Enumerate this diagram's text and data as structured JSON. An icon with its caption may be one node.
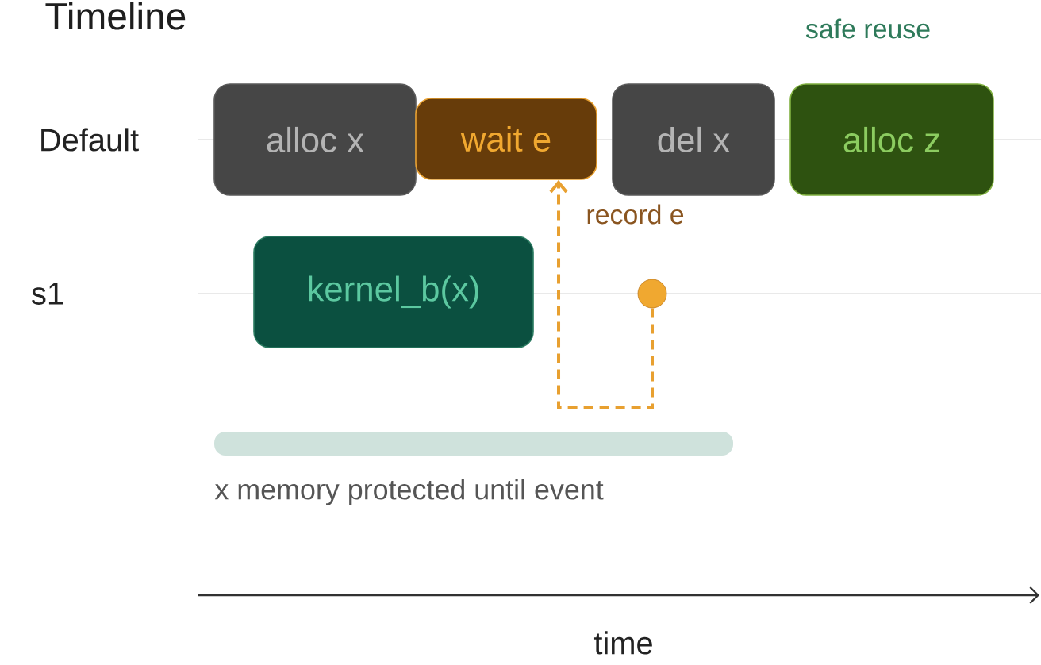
{
  "diagram": {
    "title": "Timeline",
    "nodes": [
      {
        "text": [
          "alloc x"
        ]
      },
      {
        "text": [
          "wait e"
        ]
      },
      {
        "text": [
          "del x"
        ]
      },
      {
        "text": [
          "alloc z"
        ]
      },
      {
        "text": [
          "kernel_b(x)"
        ]
      },
      {
        "text": [],
        "shape": "circle"
      },
      {
        "text": [],
        "shape": "bar",
        "beside": [
          "x memory protected until event"
        ]
      }
    ],
    "edges": [
      {
        "from": 5,
        "to": 1,
        "arrow": "to",
        "label": "record e",
        "style": "dashed",
        "color": "#e8a030"
      }
    ],
    "labels": [
      "safe reuse",
      "Default",
      "s1",
      "time"
    ]
  }
}
